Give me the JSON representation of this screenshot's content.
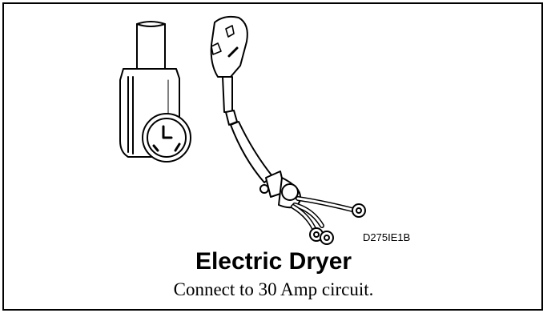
{
  "figure_code": "D275IE1B",
  "title": "Electric Dryer",
  "caption": "Connect to 30 Amp circuit.",
  "parts": {
    "receptacle": "wall-receptacle-icon",
    "plug_cord": "power-cord-plug-icon"
  },
  "colors": {
    "ink": "#000000",
    "background": "#ffffff"
  }
}
